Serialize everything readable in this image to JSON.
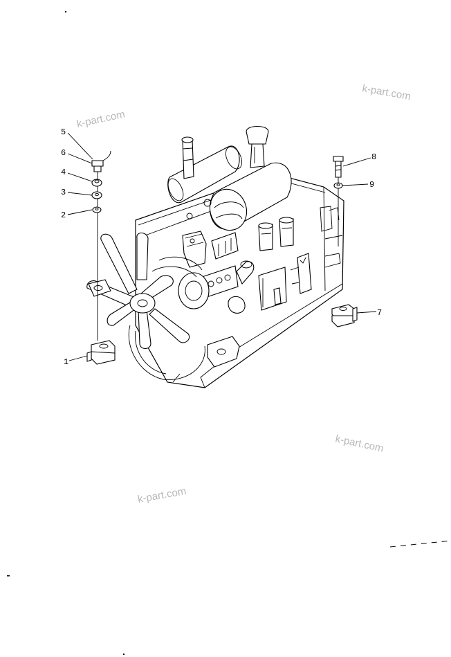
{
  "callouts": [
    {
      "id": "1",
      "label": "1"
    },
    {
      "id": "2",
      "label": "2"
    },
    {
      "id": "3",
      "label": "3"
    },
    {
      "id": "4",
      "label": "4"
    },
    {
      "id": "5",
      "label": "5"
    },
    {
      "id": "6",
      "label": "6"
    },
    {
      "id": "7",
      "label": "7"
    },
    {
      "id": "8",
      "label": "8"
    },
    {
      "id": "9",
      "label": "9"
    }
  ],
  "watermarks": [
    "k-part.com",
    "k-part.com",
    "k-part.com",
    "k-part.com"
  ]
}
